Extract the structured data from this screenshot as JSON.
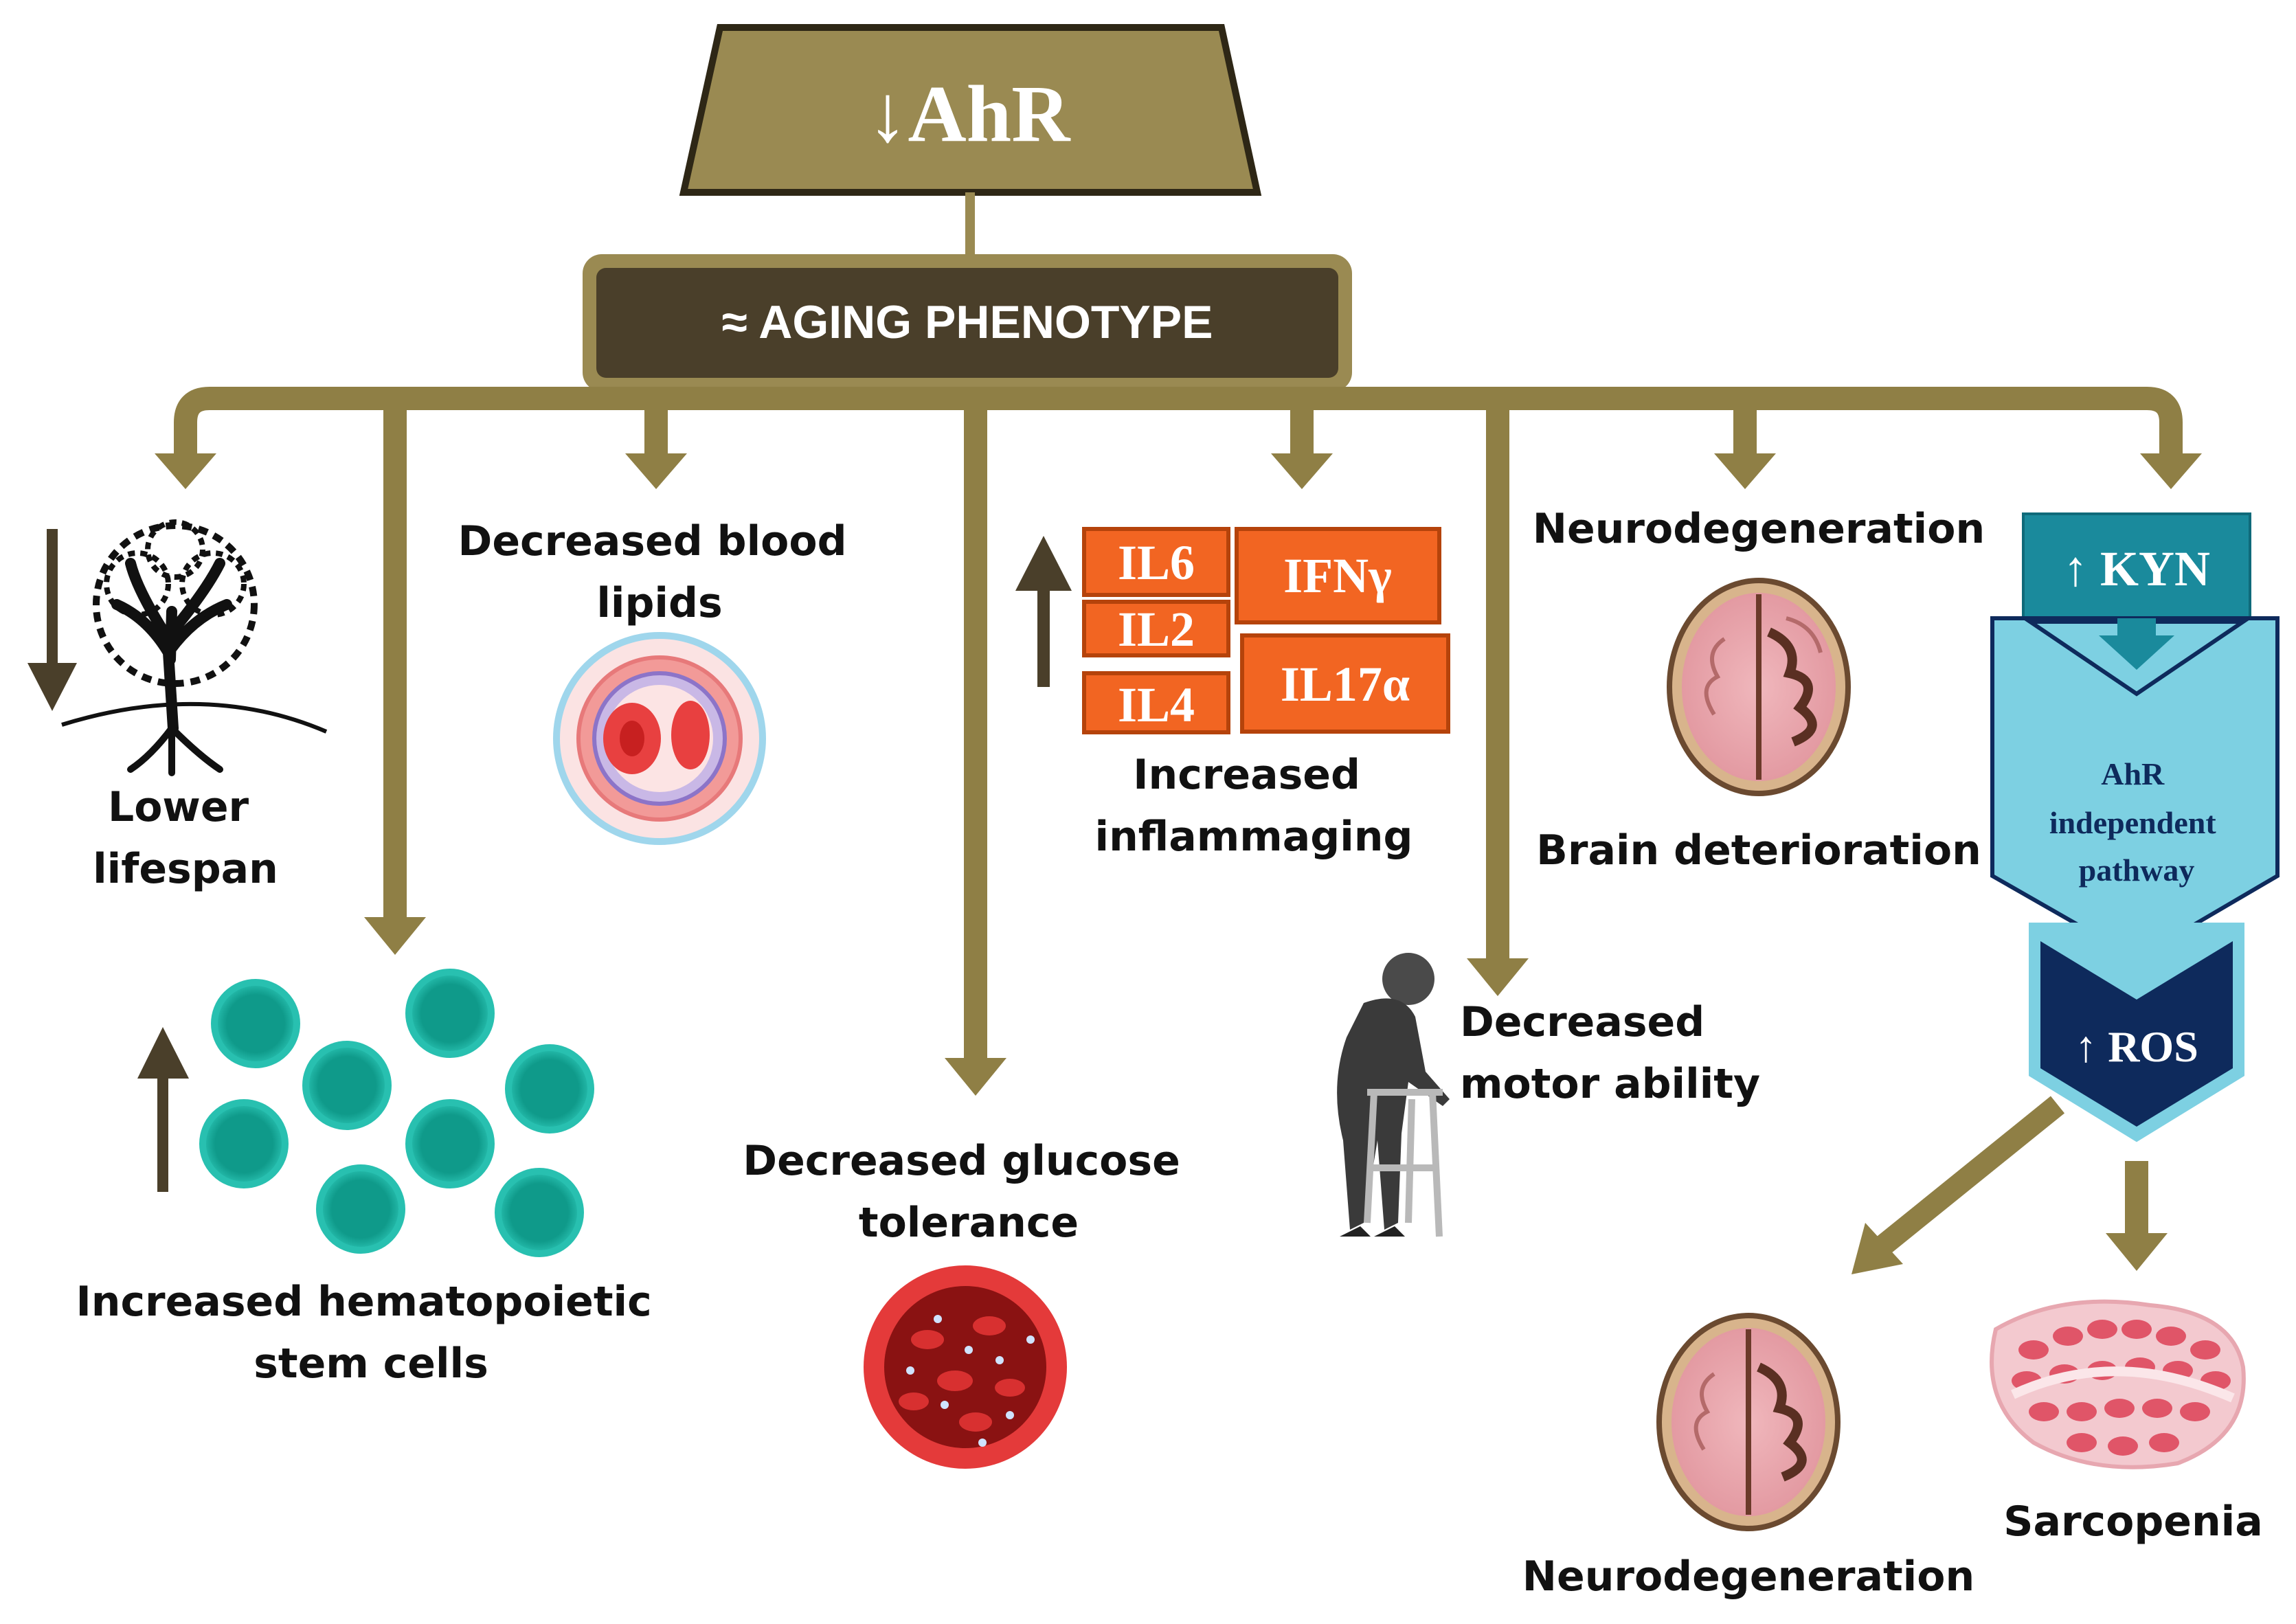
{
  "top": {
    "title": "↓AhR"
  },
  "phenotype": {
    "label": "≈ AGING PHENOTYPE"
  },
  "branches": {
    "lifespan": [
      "Lower",
      "lifespan"
    ],
    "hsc": [
      "Increased hematopoietic",
      "stem cells"
    ],
    "lipids": [
      "Decreased blood",
      "lipids"
    ],
    "glucose": [
      "Decreased glucose",
      "tolerance"
    ],
    "inflammaging": [
      "Increased",
      "inflammaging"
    ],
    "motor": [
      "Decreased",
      "motor ability"
    ],
    "neuro_top": "Neurodegeneration",
    "brain": "Brain deterioration"
  },
  "cytokines": [
    "IL6",
    "IL2",
    "IL4",
    "IFNγ",
    "IL17α"
  ],
  "pathway": {
    "kyn": "↑ KYN",
    "ahr_independent": [
      "AhR",
      "independent",
      "pathway"
    ],
    "ros": "↑ ROS"
  },
  "outcomes": {
    "neuro_bottom": "Neurodegeneration",
    "sarcopenia": "Sarcopenia"
  },
  "colors": {
    "olive": "#9a8a52",
    "olive_dark": "#4a3f2a",
    "arrow": "#8f7f45",
    "orange": "#f26522",
    "teal": "#1a8a9c",
    "light_blue": "#7dd0e2",
    "navy": "#0e2a5c"
  }
}
